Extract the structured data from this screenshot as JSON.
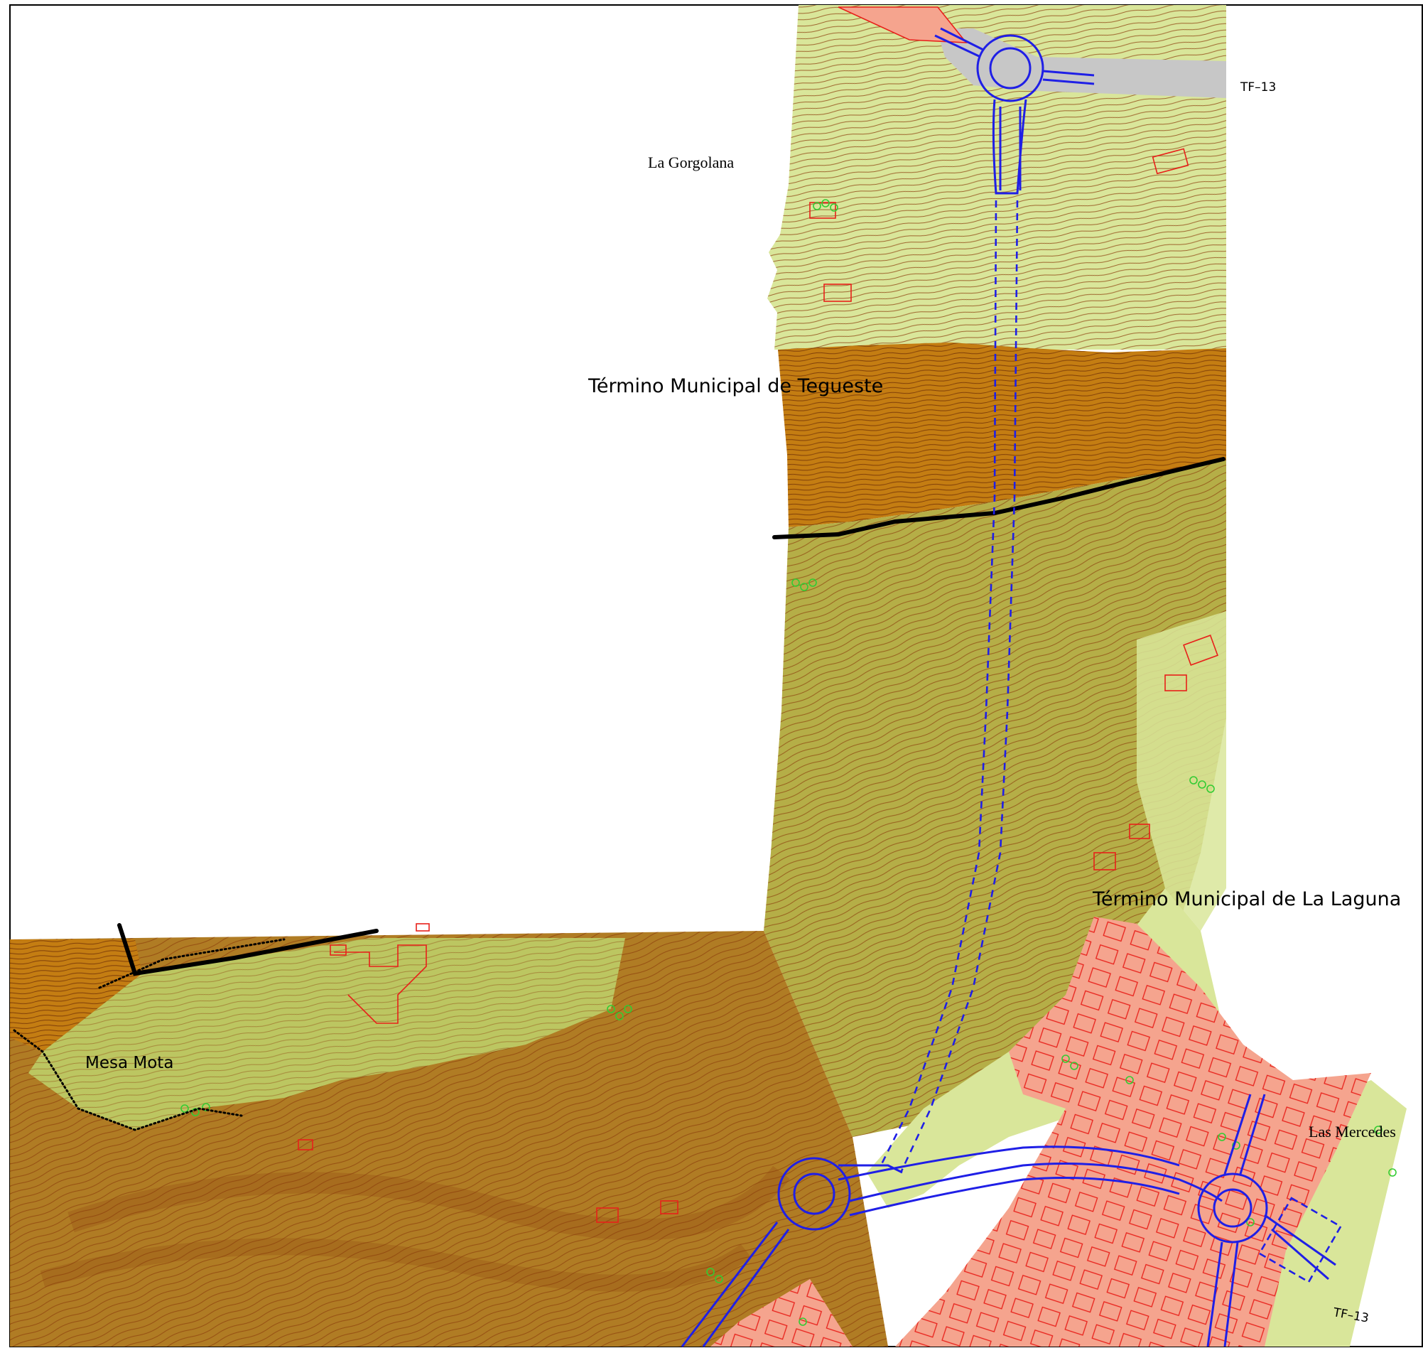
{
  "labels": {
    "la_gorgolana": "La Gorgolana",
    "tegueste": "Término  Municipal de  Tegueste",
    "la_laguna": "Término  Municipal de  La  Laguna",
    "mesa_mota": "Mesa  Mota",
    "las_mercedes": "Las Mercedes",
    "tf13_north": "TF–13",
    "tf13_south": "TF–13"
  },
  "colors": {
    "terrain_light": "#d9e69a",
    "terrain_mid": "#bcc661",
    "terrain_olive": "#a7a63c",
    "terrain_brown": "#c47d12",
    "urban": "#f5a48e",
    "road_grey": "#c7c7c7",
    "road_blue": "#1f1fe6",
    "contour": "#8a3a0a",
    "boundary": "#000000",
    "vegetation": "#33cc33",
    "building": "#e8201a"
  }
}
